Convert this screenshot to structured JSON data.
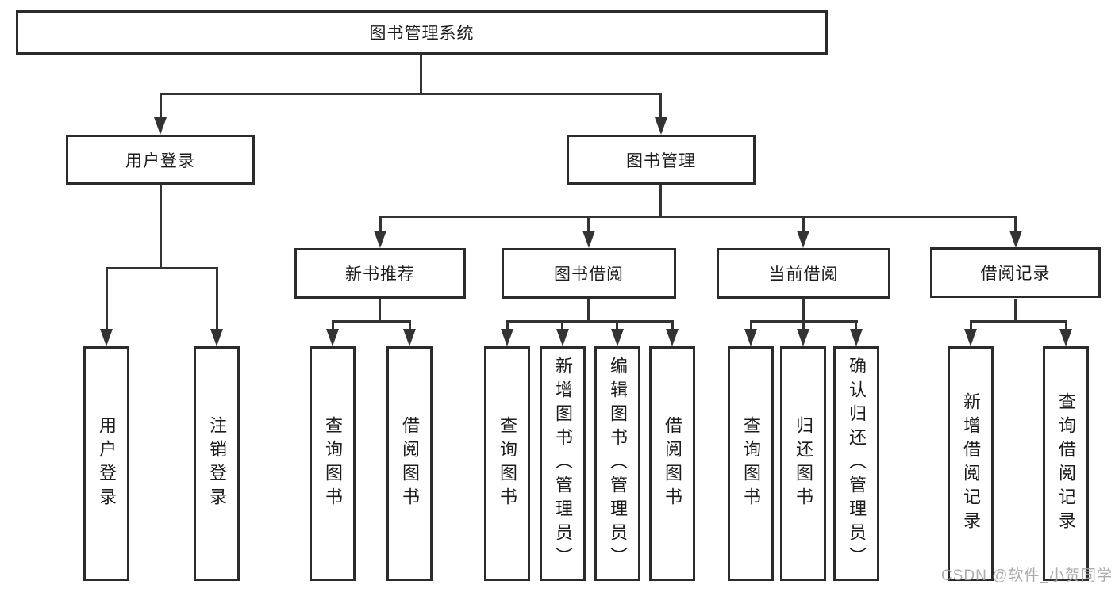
{
  "diagram": {
    "title": "图书管理系统",
    "tree": {
      "root": {
        "label": "图书管理系统",
        "children": [
          {
            "label": "用户登录",
            "children": [
              {
                "label": "用户登录"
              },
              {
                "label": "注销登录"
              }
            ]
          },
          {
            "label": "图书管理",
            "children": [
              {
                "label": "新书推荐",
                "children": [
                  {
                    "label": "查询图书"
                  },
                  {
                    "label": "借阅图书"
                  }
                ]
              },
              {
                "label": "图书借阅",
                "children": [
                  {
                    "label": "查询图书"
                  },
                  {
                    "label": "新增图书（管理员）"
                  },
                  {
                    "label": "编辑图书（管理员）"
                  },
                  {
                    "label": "借阅图书"
                  }
                ]
              },
              {
                "label": "当前借阅",
                "children": [
                  {
                    "label": "查询图书"
                  },
                  {
                    "label": "归还图书"
                  },
                  {
                    "label": "确认归还（管理员）"
                  }
                ]
              },
              {
                "label": "借阅记录",
                "children": [
                  {
                    "label": "新增借阅记录"
                  },
                  {
                    "label": "查询借阅记录"
                  }
                ]
              }
            ]
          }
        ]
      }
    },
    "watermark": "CSDN @软件_小贺同学",
    "colors": {
      "line": "#333333",
      "border": "#2b2b2b",
      "text": "#1c1c1c",
      "watermark": "#a5a5a5",
      "background": "#ffffff"
    }
  }
}
